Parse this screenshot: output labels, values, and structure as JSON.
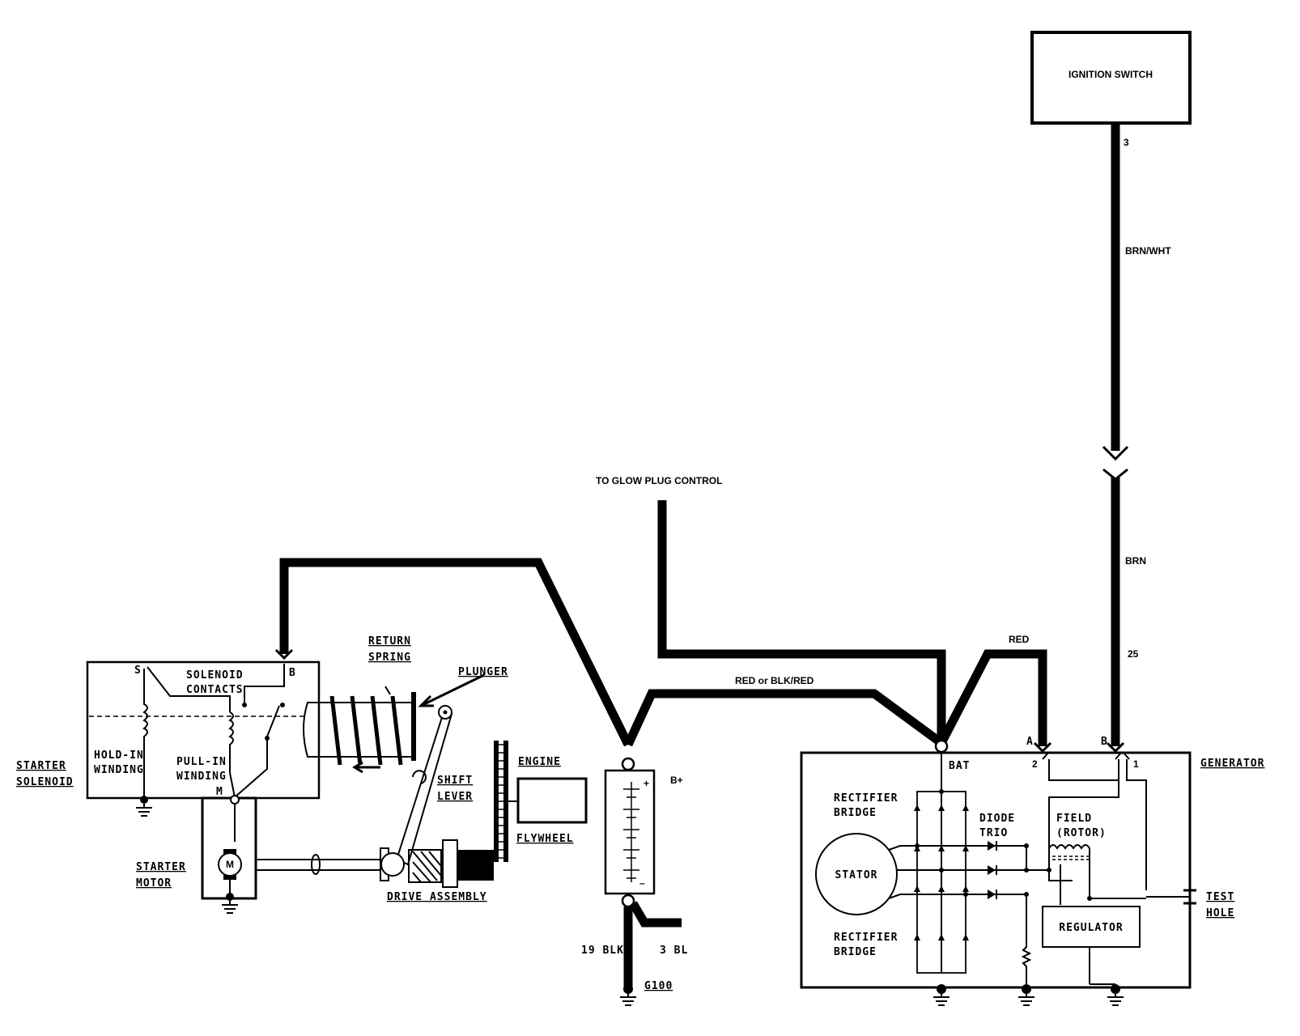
{
  "ignition": {
    "title": "IGNITION SWITCH",
    "pin": "3",
    "wire_top": "BRN/WHT",
    "wire_bottom": "BRN",
    "circuit": "25"
  },
  "wires": {
    "glow": "TO GLOW PLUG CONTROL",
    "red_or_blk": "RED or BLK/RED",
    "red": "RED",
    "blk": "19 BLK",
    "bl": "3 BL"
  },
  "ground": {
    "g100": "G100"
  },
  "battery": {
    "pos": "+",
    "neg": "–",
    "b_plus": "B+"
  },
  "starter": {
    "solenoid": [
      "STARTER",
      "SOLENOID"
    ],
    "motor": [
      "STARTER",
      "MOTOR"
    ],
    "hold_in": [
      "HOLD-IN",
      "WINDING"
    ],
    "pull_in": [
      "PULL-IN",
      "WINDING"
    ],
    "contacts": [
      "SOLENOID",
      "CONTACTS"
    ],
    "return_spring": [
      "RETURN",
      "SPRING"
    ],
    "plunger": "PLUNGER",
    "shift_lever": [
      "SHIFT",
      "LEVER"
    ],
    "engine": "ENGINE",
    "flywheel": "FLYWHEEL",
    "drive": "DRIVE ASSEMBLY",
    "term_s": "S",
    "term_b": "B",
    "term_m": "M",
    "motor_symbol": "M"
  },
  "generator": {
    "title": "GENERATOR",
    "bat": "BAT",
    "term_a": "A",
    "term_b": "B",
    "pin2": "2",
    "pin1": "1",
    "rect_top": [
      "RECTIFIER",
      "BRIDGE"
    ],
    "rect_bottom": [
      "RECTIFIER",
      "BRIDGE"
    ],
    "stator": "STATOR",
    "diode": [
      "DIODE",
      "TRIO"
    ],
    "field": [
      "FIELD",
      "(ROTOR)"
    ],
    "regulator": "REGULATOR",
    "test": [
      "TEST",
      "HOLE"
    ]
  }
}
